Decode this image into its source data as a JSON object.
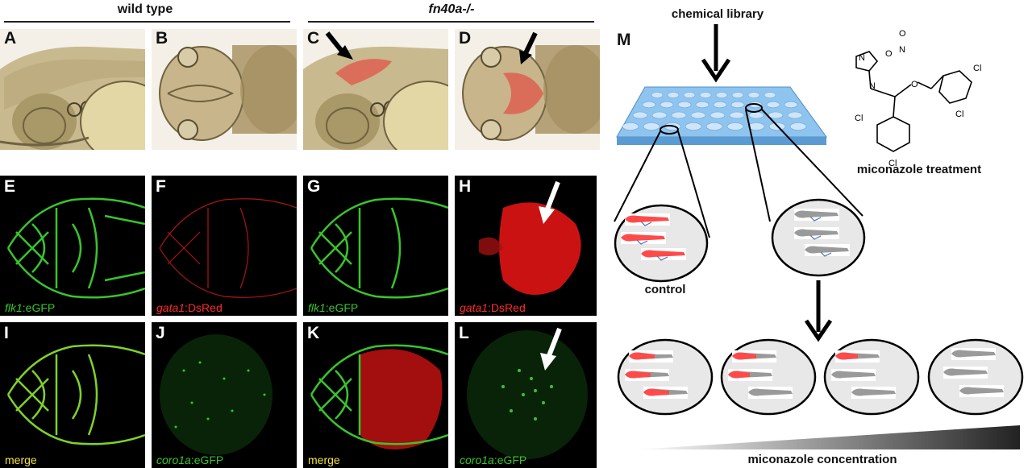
{
  "headers": {
    "wild_type": "wild type",
    "mutant": "fn40a-/-"
  },
  "panel_letters": {
    "A": "A",
    "B": "B",
    "C": "C",
    "D": "D",
    "E": "E",
    "F": "F",
    "G": "G",
    "H": "H",
    "I": "I",
    "J": "J",
    "K": "K",
    "L": "L",
    "M": "M"
  },
  "captions": {
    "flk1": {
      "gene": "flk1",
      "reporter": ":eGFP"
    },
    "gata1": {
      "gene": "gata1",
      "reporter": ":DsRed"
    },
    "merge": "merge",
    "coro1a": {
      "gene": "coro1a",
      "reporter": ":eGFP"
    }
  },
  "diagram": {
    "library_label": "chemical library",
    "drug_label": "miconazole treatment",
    "control_label": "control",
    "gradient_label": "miconazole concentration",
    "structure_atoms": {
      "n_plus": "N",
      "n": "N",
      "o": "O",
      "cl1": "Cl",
      "cl2": "Cl",
      "cl3": "Cl",
      "cl4": "Cl",
      "nitrate_o1": "O",
      "nitrate_n": "N",
      "nitrate_o2": "O"
    }
  },
  "colors": {
    "fluor_green": "#38c52c",
    "fluor_red": "#ff2b2b",
    "merge_yellow": "#f3e23a",
    "plate_blue": "#8fc4ee",
    "fish_red": "#ff4a4a",
    "fish_gray": "#9a9a9a"
  }
}
